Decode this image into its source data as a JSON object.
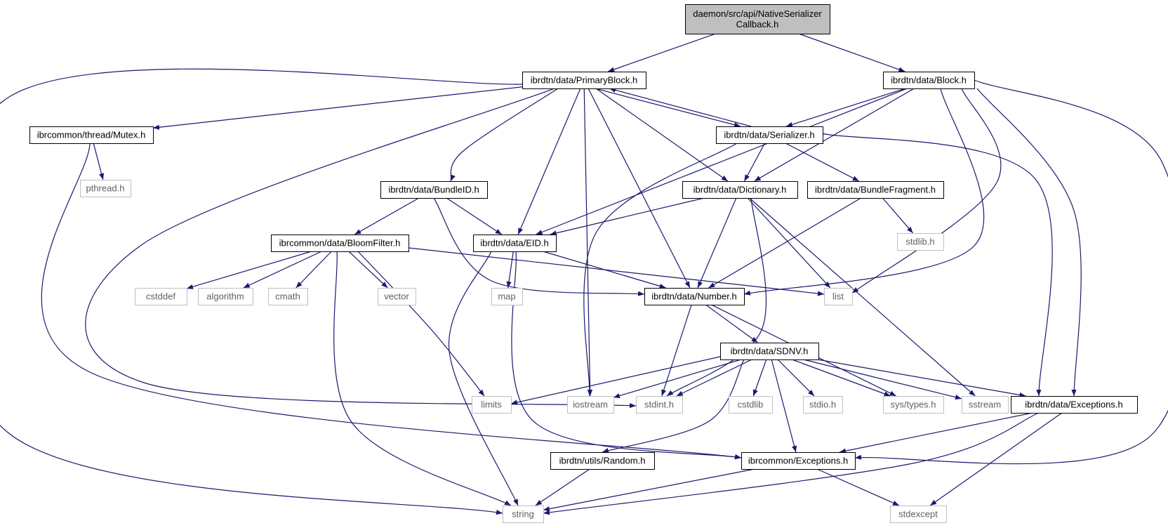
{
  "diagram": {
    "colors": {
      "edge": "#191970",
      "root_fill": "#bfbfbf",
      "node_border": "#000000",
      "system_border": "#bfbfbf",
      "system_text": "#606060"
    },
    "nodes": [
      {
        "id": "root",
        "lines": [
          "daemon/src/api/NativeSerializer",
          "Callback.h"
        ],
        "kind": "root"
      },
      {
        "id": "primaryblock",
        "lines": [
          "ibrdtn/data/PrimaryBlock.h"
        ],
        "kind": "file"
      },
      {
        "id": "block",
        "lines": [
          "ibrdtn/data/Block.h"
        ],
        "kind": "file"
      },
      {
        "id": "mutex",
        "lines": [
          "ibrcommon/thread/Mutex.h"
        ],
        "kind": "file"
      },
      {
        "id": "serializer",
        "lines": [
          "ibrdtn/data/Serializer.h"
        ],
        "kind": "file"
      },
      {
        "id": "pthread",
        "lines": [
          "pthread.h"
        ],
        "kind": "system"
      },
      {
        "id": "bundleid",
        "lines": [
          "ibrdtn/data/BundleID.h"
        ],
        "kind": "file"
      },
      {
        "id": "dictionary",
        "lines": [
          "ibrdtn/data/Dictionary.h"
        ],
        "kind": "file"
      },
      {
        "id": "bundlefragment",
        "lines": [
          "ibrdtn/data/BundleFragment.h"
        ],
        "kind": "file"
      },
      {
        "id": "bloomfilter",
        "lines": [
          "ibrcommon/data/BloomFilter.h"
        ],
        "kind": "file"
      },
      {
        "id": "eid",
        "lines": [
          "ibrdtn/data/EID.h"
        ],
        "kind": "file"
      },
      {
        "id": "stdlib",
        "lines": [
          "stdlib.h"
        ],
        "kind": "system"
      },
      {
        "id": "cstddef",
        "lines": [
          "cstddef"
        ],
        "kind": "system"
      },
      {
        "id": "algorithm",
        "lines": [
          "algorithm"
        ],
        "kind": "system"
      },
      {
        "id": "cmath",
        "lines": [
          "cmath"
        ],
        "kind": "system"
      },
      {
        "id": "vector",
        "lines": [
          "vector"
        ],
        "kind": "system"
      },
      {
        "id": "map",
        "lines": [
          "map"
        ],
        "kind": "system"
      },
      {
        "id": "number",
        "lines": [
          "ibrdtn/data/Number.h"
        ],
        "kind": "file"
      },
      {
        "id": "list",
        "lines": [
          "list"
        ],
        "kind": "system"
      },
      {
        "id": "sdnv",
        "lines": [
          "ibrdtn/data/SDNV.h"
        ],
        "kind": "file"
      },
      {
        "id": "limits",
        "lines": [
          "limits"
        ],
        "kind": "system"
      },
      {
        "id": "iostream",
        "lines": [
          "iostream"
        ],
        "kind": "system"
      },
      {
        "id": "stdint",
        "lines": [
          "stdint.h"
        ],
        "kind": "system"
      },
      {
        "id": "cstdlib",
        "lines": [
          "cstdlib"
        ],
        "kind": "system"
      },
      {
        "id": "stdio",
        "lines": [
          "stdio.h"
        ],
        "kind": "system"
      },
      {
        "id": "systypes",
        "lines": [
          "sys/types.h"
        ],
        "kind": "system"
      },
      {
        "id": "sstream",
        "lines": [
          "sstream"
        ],
        "kind": "system"
      },
      {
        "id": "dataexceptions",
        "lines": [
          "ibrdtn/data/Exceptions.h"
        ],
        "kind": "file"
      },
      {
        "id": "random",
        "lines": [
          "ibrdtn/utils/Random.h"
        ],
        "kind": "file"
      },
      {
        "id": "commonexceptions",
        "lines": [
          "ibrcommon/Exceptions.h"
        ],
        "kind": "file"
      },
      {
        "id": "string",
        "lines": [
          "string"
        ],
        "kind": "system"
      },
      {
        "id": "stdexcept",
        "lines": [
          "stdexcept"
        ],
        "kind": "system"
      }
    ],
    "edges": [
      [
        "root",
        "primaryblock"
      ],
      [
        "root",
        "block"
      ],
      [
        "primaryblock",
        "string"
      ],
      [
        "primaryblock",
        "mutex"
      ],
      [
        "primaryblock",
        "stdint"
      ],
      [
        "primaryblock",
        "bundleid"
      ],
      [
        "primaryblock",
        "eid"
      ],
      [
        "primaryblock",
        "iostream"
      ],
      [
        "primaryblock",
        "number"
      ],
      [
        "primaryblock",
        "dictionary"
      ],
      [
        "primaryblock",
        "serializer"
      ],
      [
        "serializer",
        "primaryblock"
      ],
      [
        "block",
        "eid"
      ],
      [
        "block",
        "dictionary"
      ],
      [
        "block",
        "serializer"
      ],
      [
        "block",
        "number"
      ],
      [
        "block",
        "list"
      ],
      [
        "block",
        "dataexceptions"
      ],
      [
        "block",
        "commonexceptions"
      ],
      [
        "mutex",
        "pthread"
      ],
      [
        "mutex",
        "commonexceptions"
      ],
      [
        "serializer",
        "dictionary"
      ],
      [
        "serializer",
        "bundlefragment"
      ],
      [
        "serializer",
        "iostream"
      ],
      [
        "serializer",
        "dataexceptions"
      ],
      [
        "bundleid",
        "bloomfilter"
      ],
      [
        "bundleid",
        "eid"
      ],
      [
        "bundleid",
        "number"
      ],
      [
        "dictionary",
        "eid"
      ],
      [
        "dictionary",
        "number"
      ],
      [
        "dictionary",
        "list"
      ],
      [
        "dictionary",
        "stdint"
      ],
      [
        "dictionary",
        "sstream"
      ],
      [
        "bundlefragment",
        "number"
      ],
      [
        "bundlefragment",
        "stdlib"
      ],
      [
        "bloomfilter",
        "cstddef"
      ],
      [
        "bloomfilter",
        "algorithm"
      ],
      [
        "bloomfilter",
        "cmath"
      ],
      [
        "bloomfilter",
        "vector"
      ],
      [
        "bloomfilter",
        "limits"
      ],
      [
        "bloomfilter",
        "string"
      ],
      [
        "bloomfilter",
        "list"
      ],
      [
        "eid",
        "map"
      ],
      [
        "eid",
        "number"
      ],
      [
        "eid",
        "string"
      ],
      [
        "eid",
        "commonexceptions"
      ],
      [
        "number",
        "sdnv"
      ],
      [
        "number",
        "stdint"
      ],
      [
        "number",
        "systypes"
      ],
      [
        "sdnv",
        "limits"
      ],
      [
        "sdnv",
        "iostream"
      ],
      [
        "sdnv",
        "stdint"
      ],
      [
        "sdnv",
        "cstdlib"
      ],
      [
        "sdnv",
        "stdio"
      ],
      [
        "sdnv",
        "systypes"
      ],
      [
        "sdnv",
        "sstream"
      ],
      [
        "sdnv",
        "dataexceptions"
      ],
      [
        "sdnv",
        "commonexceptions"
      ],
      [
        "sdnv",
        "random"
      ],
      [
        "dataexceptions",
        "commonexceptions"
      ],
      [
        "dataexceptions",
        "string"
      ],
      [
        "dataexceptions",
        "stdexcept"
      ],
      [
        "random",
        "string"
      ],
      [
        "commonexceptions",
        "string"
      ],
      [
        "commonexceptions",
        "stdexcept"
      ]
    ]
  }
}
